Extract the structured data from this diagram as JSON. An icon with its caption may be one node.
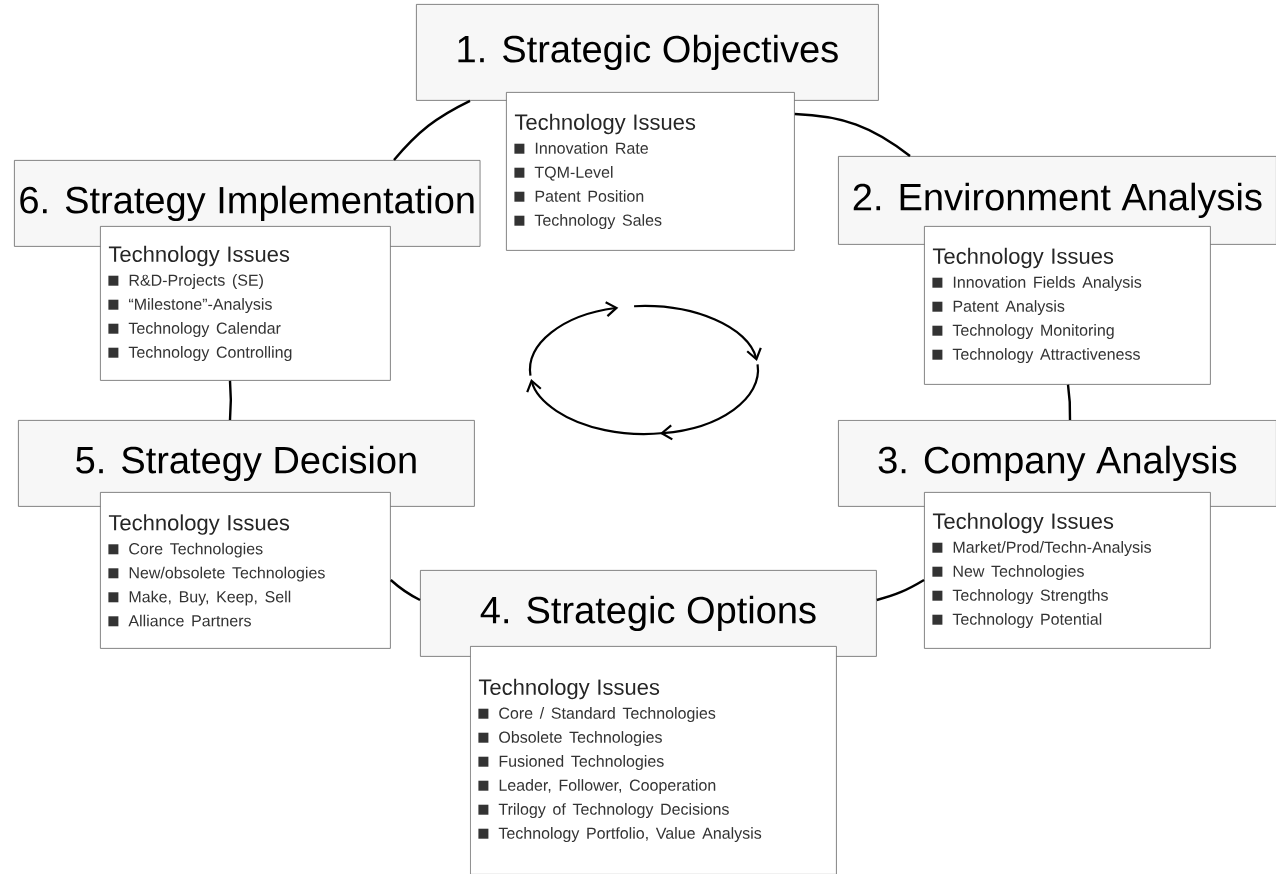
{
  "diagram": {
    "nodes": [
      {
        "text": [
          "1. Strategic Objectives"
        ]
      },
      {
        "text": [
          "Technology Issues",
          "Innovation Rate",
          "TQM-Level",
          "Patent Position",
          "Technology Sales"
        ]
      },
      {
        "text": [
          "6. Strategy Implementation"
        ]
      },
      {
        "text": [
          "Technology Issues",
          "R&D-Projects (SE)",
          "“Milestone”-Analysis",
          "Technology Calendar",
          "Technology Controlling"
        ]
      },
      {
        "text": [
          "2. Environment Analysis"
        ]
      },
      {
        "text": [
          "Technology Issues",
          "Innovation Fields Analysis",
          "Patent Analysis",
          "Technology Monitoring",
          "Technology Attractiveness"
        ]
      },
      {
        "text": [
          "5. Strategy Decision"
        ]
      },
      {
        "text": [
          "Technology Issues",
          "Core Technologies",
          "New/obsolete Technologies",
          "Make, Buy, Keep, Sell",
          "Alliance Partners"
        ]
      },
      {
        "text": [
          "3. Company Analysis"
        ]
      },
      {
        "text": [
          "Technology Issues",
          "Market/Prod/Techn-Analysis",
          "New Technologies",
          "Technology Strengths",
          "Technology Potential"
        ]
      },
      {
        "text": [
          "4. Strategic Options"
        ]
      },
      {
        "text": [
          "Technology Issues",
          "Core / Standard Technologies",
          "Obsolete Technologies",
          "Fusioned Technologies",
          "Leader, Follower, Cooperation",
          "Trilogy of Technology Decisions",
          "Technology Portfolio, Value Analysis"
        ]
      }
    ],
    "edges": [
      {
        "from": 1,
        "to": 4,
        "arrow": "none"
      },
      {
        "from": 5,
        "to": 8,
        "arrow": "none"
      },
      {
        "from": 9,
        "to": 10,
        "arrow": "none"
      },
      {
        "from": 10,
        "to": 7,
        "arrow": "none"
      },
      {
        "from": 3,
        "to": 6,
        "arrow": "none"
      },
      {
        "from": 2,
        "to": 0,
        "arrow": "none"
      }
    ]
  }
}
